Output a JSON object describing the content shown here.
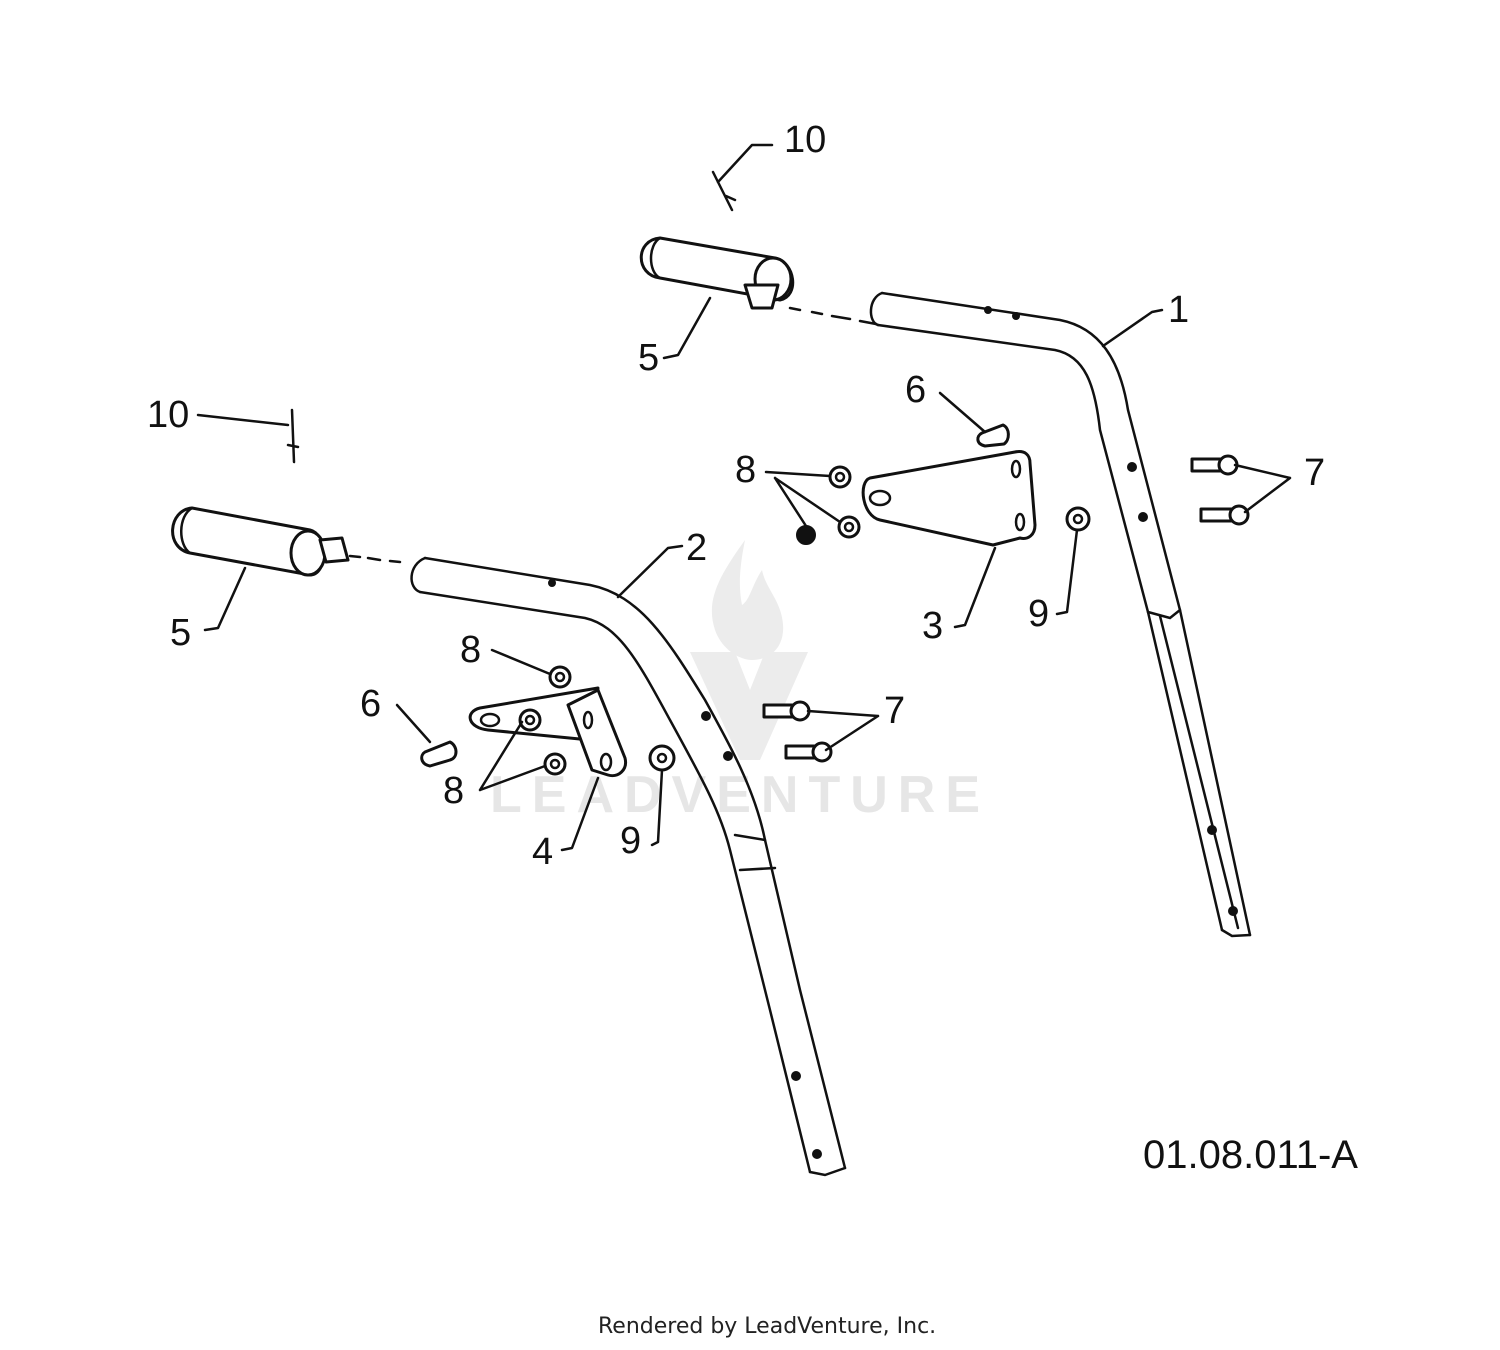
{
  "diagram": {
    "drawing_number": "01.08.011-A",
    "footer_text": "Rendered by LeadVenture, Inc.",
    "watermark_text": "LEADVENTURE",
    "callouts": [
      {
        "id": "c1",
        "label": "1"
      },
      {
        "id": "c2",
        "label": "2"
      },
      {
        "id": "c3",
        "label": "3"
      },
      {
        "id": "c4",
        "label": "4"
      },
      {
        "id": "c5a",
        "label": "5"
      },
      {
        "id": "c5b",
        "label": "5"
      },
      {
        "id": "c6a",
        "label": "6"
      },
      {
        "id": "c6b",
        "label": "6"
      },
      {
        "id": "c7a",
        "label": "7"
      },
      {
        "id": "c7b",
        "label": "7"
      },
      {
        "id": "c8a",
        "label": "8"
      },
      {
        "id": "c8b",
        "label": "8"
      },
      {
        "id": "c8c",
        "label": "8"
      },
      {
        "id": "c9a",
        "label": "9"
      },
      {
        "id": "c9b",
        "label": "9"
      },
      {
        "id": "c10a",
        "label": "10"
      },
      {
        "id": "c10b",
        "label": "10"
      }
    ]
  }
}
